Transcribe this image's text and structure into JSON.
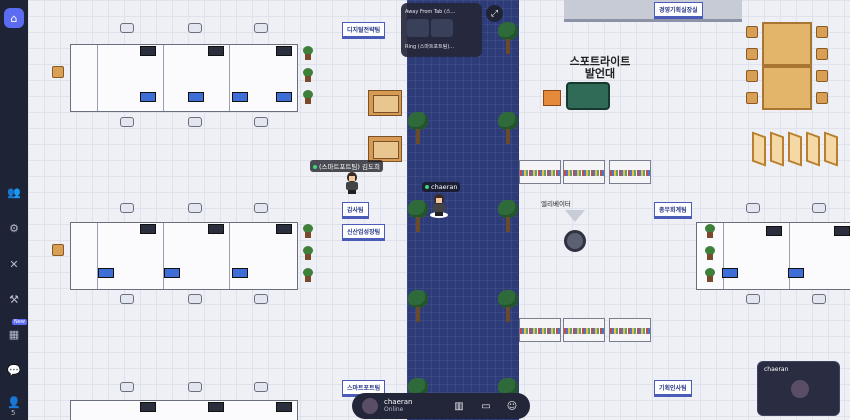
{
  "sidebar": {
    "items": [
      {
        "icon": "home-icon",
        "glyph": "⌂"
      },
      {
        "icon": "people-icon",
        "glyph": "👥"
      },
      {
        "icon": "gear-icon",
        "glyph": "⚙"
      },
      {
        "icon": "mute-icon",
        "glyph": "✕"
      },
      {
        "icon": "hammer-icon",
        "glyph": "⚒"
      },
      {
        "icon": "calendar-icon",
        "glyph": "▦"
      },
      {
        "icon": "chat-icon",
        "glyph": "💬"
      },
      {
        "icon": "participants-icon",
        "glyph": "👤"
      }
    ],
    "calendar_badge": "New",
    "participant_count": "5"
  },
  "map": {
    "signs": [
      "디지털전략팀",
      "경영기획실장실",
      "감사팀",
      "신산업성장팀",
      "총무회계팀",
      "스마트포트팀",
      "기획인사팀"
    ],
    "stage_title_line1": "스포트라이트",
    "stage_title_line2": "발언대",
    "elevator_label": "엘리베이터",
    "players": {
      "other_name": "(스마트포트팀) 김도희",
      "self_name": "chaeran"
    }
  },
  "video_panel": {
    "row1": "Away From Tab (스...",
    "row2": "Ring (스마트포트팀)..."
  },
  "expand_glyph": "⤢",
  "bottom_bar": {
    "name": "chaeran",
    "status": "Online",
    "icons": [
      {
        "icon": "map-icon",
        "glyph": "▥"
      },
      {
        "icon": "screen-share-icon",
        "glyph": "▭"
      },
      {
        "icon": "emoji-icon",
        "glyph": "☺"
      }
    ]
  },
  "self_view": {
    "name": "chaeran"
  },
  "colors": {
    "accent": "#5c6cf2",
    "sidebar": "#1f2336",
    "carpet": "#2d3c78",
    "sign_border": "#4a5bb8"
  }
}
